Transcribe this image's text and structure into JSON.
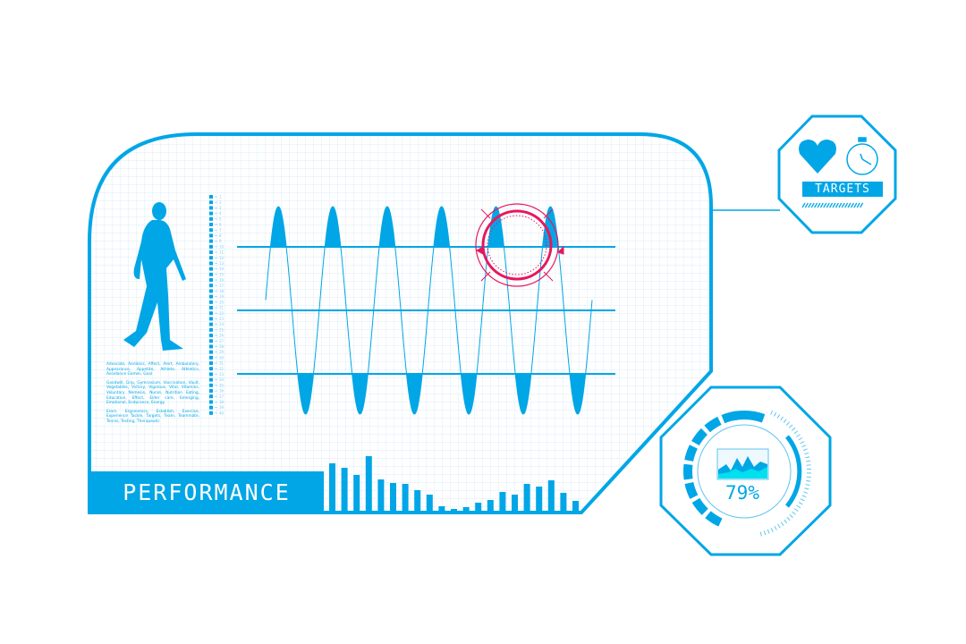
{
  "colors": {
    "accent": "#00a6e6",
    "grid": "#d6eefa",
    "highlight": "#e8175d"
  },
  "panel": {
    "title": "PERFORMANCE",
    "ruler_labels": [
      "1",
      "2",
      "3",
      "4",
      "5",
      "6",
      "7",
      "8",
      "9",
      "10",
      "11",
      "12",
      "13",
      "14",
      "15",
      "16",
      "17",
      "18",
      "19",
      "20",
      "21",
      "22",
      "23",
      "24",
      "25",
      "26",
      "27",
      "28",
      "29",
      "30",
      "31",
      "32",
      "33",
      "34",
      "35",
      "36",
      "37",
      "38",
      "39",
      "40"
    ],
    "notes": [
      "Advocate, Aerobics, Affect, Alert, Ambulatory, Appearance, Appetite, Athlete, Athletics, Avoidance Games, Goal",
      "Goodwill, Grip, Gymnasium, Vaccination, Vault, Vegetables, Victory, Vigorous, Vital, Vitamins, Voluntary Nemesis, Nurse, Nutrition Eating, Education, Effect, Elder care, Emerging, Emotional, Endurance, Energy",
      "Erect, Ergonomics, Establish, Exercise, Experience Tackle, Targets, Team, Teammate, Tennis, Testing, Therapeutic"
    ],
    "figure_icon": "walking-human-icon",
    "bar_levels": [
      54,
      49,
      41,
      62,
      36,
      32,
      31,
      24,
      19,
      6,
      3,
      5,
      10,
      13,
      22,
      19,
      31,
      28,
      35,
      21,
      12
    ]
  },
  "targets": {
    "label": "TARGETS",
    "icons": [
      "heart-icon",
      "stopwatch-icon"
    ]
  },
  "gauge": {
    "value_label": "79%",
    "value": 79,
    "icon": "area-chart-icon"
  }
}
